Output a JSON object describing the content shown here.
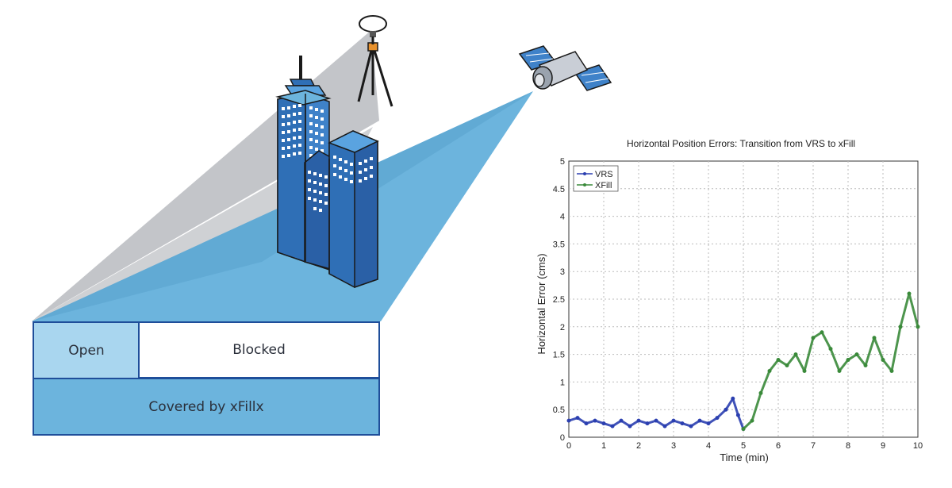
{
  "legend_boxes": {
    "open_label": "Open",
    "blocked_label": "Blocked",
    "covered_label": "Covered by xFillx"
  },
  "icons": [
    "building-icon",
    "gnss-receiver-tripod-icon",
    "satellite-icon"
  ],
  "colors": {
    "sky_blue": "#6cb4dd",
    "light_blue": "#a9d6ef",
    "shadow_gray": "#bfc2c7",
    "building_blue": "#2f6fb6",
    "border_navy": "#1f4e9a",
    "vrs_series": "#2b3fb0",
    "xfill_series": "#3a8a3a"
  },
  "chart_data": {
    "type": "line",
    "title": "Horizontal Position Errors: Transition from VRS to xFill",
    "xlabel": "Time (min)",
    "ylabel": "Horizontal Error (cms)",
    "xlim": [
      0,
      10
    ],
    "ylim": [
      0,
      5
    ],
    "x_ticks": [
      "0",
      "1",
      "2",
      "3",
      "4",
      "5",
      "6",
      "7",
      "8",
      "9",
      "10"
    ],
    "y_ticks": [
      "0",
      "0.5",
      "1",
      "1.5",
      "2",
      "2.5",
      "3",
      "3.5",
      "4",
      "4.5",
      "5"
    ],
    "grid": true,
    "legend_position": "top-left",
    "series": [
      {
        "name": "VRS",
        "color": "#2b3fb0",
        "x": [
          0,
          0.25,
          0.5,
          0.75,
          1,
          1.25,
          1.5,
          1.75,
          2,
          2.25,
          2.5,
          2.75,
          3,
          3.25,
          3.5,
          3.75,
          4,
          4.25,
          4.5,
          4.7,
          4.85,
          5.0
        ],
        "y": [
          0.3,
          0.35,
          0.25,
          0.3,
          0.25,
          0.2,
          0.3,
          0.2,
          0.3,
          0.25,
          0.3,
          0.2,
          0.3,
          0.25,
          0.2,
          0.3,
          0.25,
          0.35,
          0.5,
          0.7,
          0.4,
          0.15
        ]
      },
      {
        "name": "XFill",
        "color": "#3a8a3a",
        "x": [
          5.0,
          5.25,
          5.5,
          5.75,
          6,
          6.25,
          6.5,
          6.75,
          7,
          7.25,
          7.5,
          7.75,
          8,
          8.25,
          8.5,
          8.75,
          9,
          9.25,
          9.5,
          9.75,
          10
        ],
        "y": [
          0.15,
          0.3,
          0.8,
          1.2,
          1.4,
          1.3,
          1.5,
          1.2,
          1.8,
          1.9,
          1.6,
          1.2,
          1.4,
          1.5,
          1.3,
          1.8,
          1.4,
          1.2,
          2.0,
          2.6,
          2.0
        ]
      }
    ]
  }
}
